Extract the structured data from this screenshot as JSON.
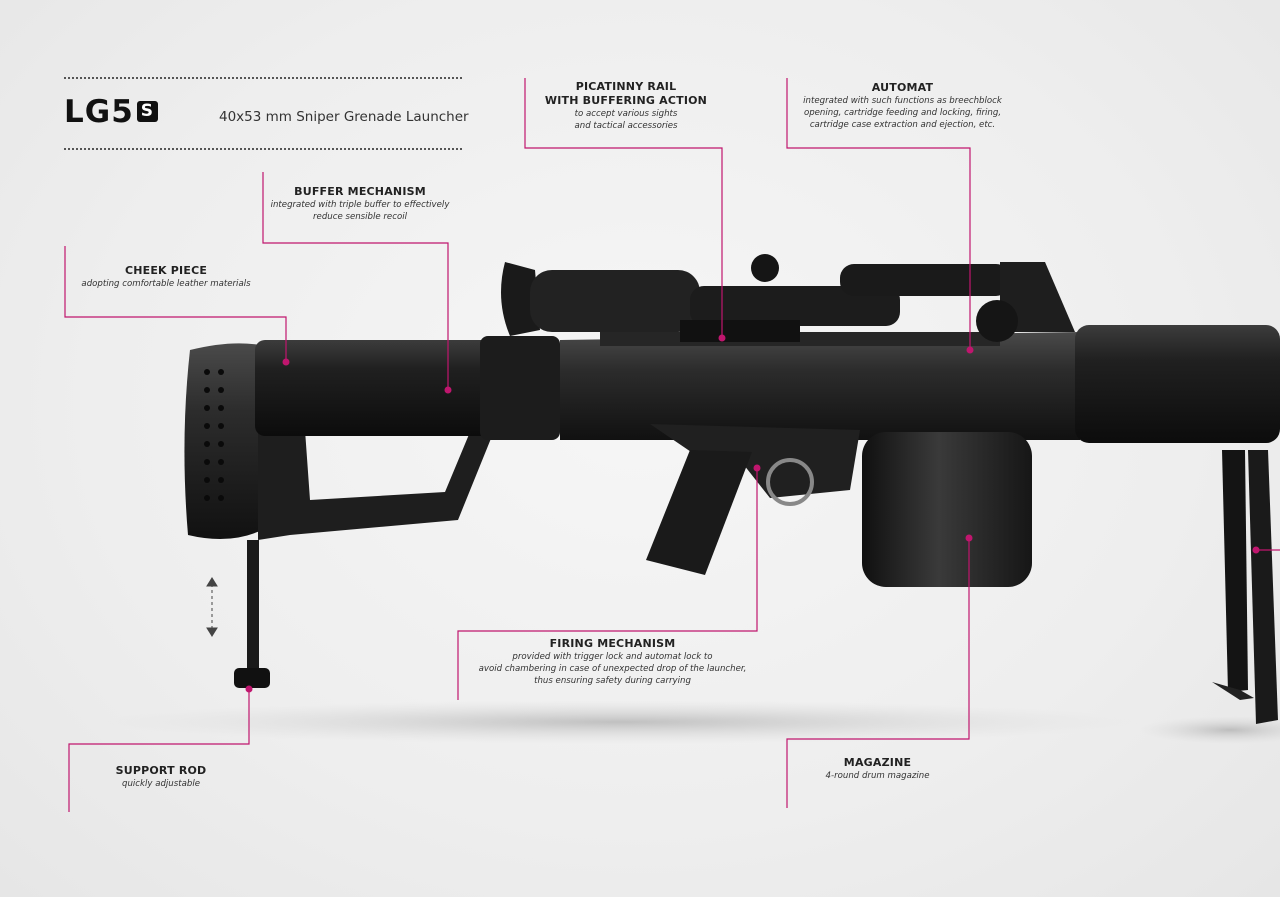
{
  "header": {
    "logo_main": "LG5",
    "logo_badge": "S",
    "subtitle": "40x53 mm Sniper Grenade Launcher"
  },
  "callouts": {
    "picatinny": {
      "title_line1": "PICATINNY RAIL",
      "title_line2": "WITH BUFFERING ACTION",
      "desc_line1": "to accept various sights",
      "desc_line2": "and tactical accessories"
    },
    "automat": {
      "title": "AUTOMAT",
      "desc_line1": "integrated with such functions as breechblock",
      "desc_line2": "opening, cartridge feeding and locking, firing,",
      "desc_line3": "cartridge case extraction and ejection, etc."
    },
    "buffer": {
      "title": "BUFFER MECHANISM",
      "desc_line1": "integrated with triple buffer to effectively",
      "desc_line2": "reduce sensible recoil"
    },
    "cheek": {
      "title": "CHEEK PIECE",
      "desc": "adopting comfortable leather materials"
    },
    "firing": {
      "title": "FIRING MECHANISM",
      "desc_line1": "provided with trigger lock and automat lock to",
      "desc_line2": "avoid chambering in case of unexpected drop of the launcher,",
      "desc_line3": "thus ensuring safety during carrying"
    },
    "magazine": {
      "title": "MAGAZINE",
      "desc": "4-round drum magazine"
    },
    "support": {
      "title": "SUPPORT ROD",
      "desc": "quickly adjustable"
    }
  },
  "colors": {
    "accent": "#c0166e",
    "metal": "#2a2a2a",
    "metal_dark": "#141414",
    "text": "#222222"
  }
}
